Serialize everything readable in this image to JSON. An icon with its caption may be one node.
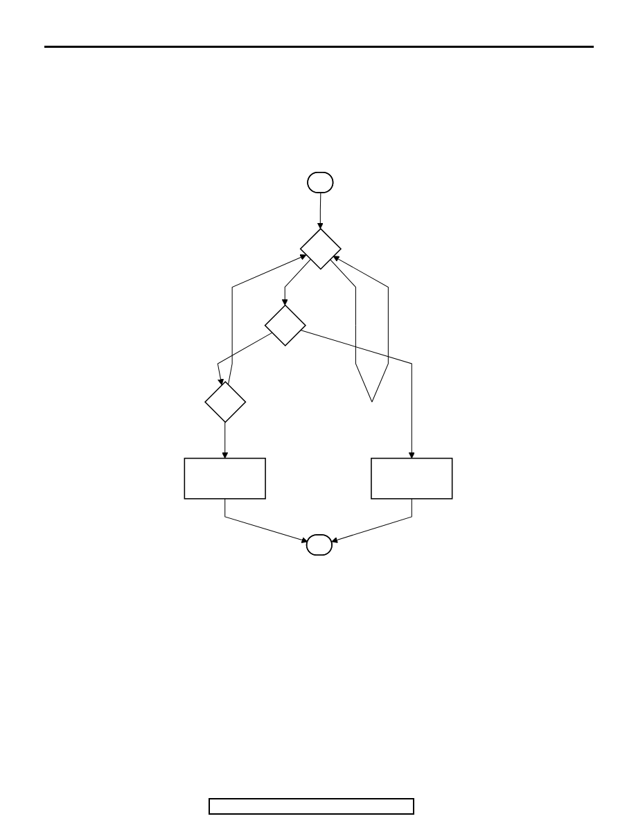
{
  "diagram": {
    "nodes": [
      {
        "text": [],
        "shape": "stadium"
      },
      {
        "text": [],
        "shape": "diamond"
      },
      {
        "text": [],
        "shape": "diamond"
      },
      {
        "text": [],
        "shape": "diamond"
      },
      {
        "text": [],
        "shape": "box"
      },
      {
        "text": [],
        "shape": "box"
      },
      {
        "text": [],
        "shape": "stadium"
      }
    ],
    "edges": [
      {
        "from": 0,
        "to": 1,
        "arrow": "to"
      },
      {
        "from": 1,
        "to": 1,
        "arrow": "to"
      },
      {
        "from": 3,
        "to": 1,
        "arrow": "to"
      },
      {
        "from": 1,
        "to": 2,
        "arrow": "to"
      },
      {
        "from": 2,
        "to": 3,
        "arrow": "to"
      },
      {
        "from": 2,
        "to": 5,
        "arrow": "to"
      },
      {
        "from": 3,
        "to": 4,
        "arrow": "to"
      },
      {
        "from": 4,
        "to": 6,
        "arrow": "to"
      },
      {
        "from": 5,
        "to": 6,
        "arrow": "to"
      }
    ]
  }
}
